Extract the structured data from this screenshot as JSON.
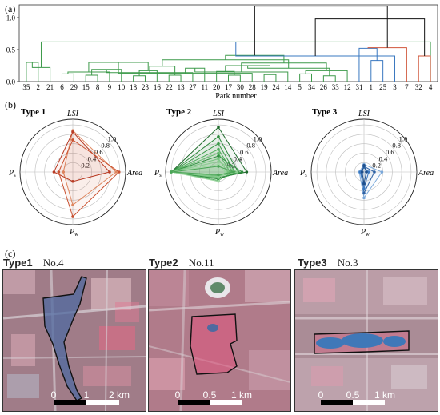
{
  "panels": {
    "a_label": "(a)",
    "b_label": "(b)",
    "c_label": "(c)"
  },
  "chart_data": [
    {
      "type": "dendrogram",
      "panel": "(a)",
      "xlabel": "Park number",
      "ylabel": "",
      "ylim": [
        0,
        1.2
      ],
      "yticks": [
        0.0,
        0.5,
        1.0
      ],
      "leaves": [
        "35",
        "2",
        "21",
        "6",
        "29",
        "15",
        "8",
        "9",
        "10",
        "18",
        "23",
        "16",
        "22",
        "13",
        "27",
        "11",
        "20",
        "17",
        "30",
        "28",
        "19",
        "24",
        "14",
        "5",
        "34",
        "26",
        "33",
        "12",
        "31",
        "1",
        "25",
        "3",
        "7",
        "32",
        "4"
      ],
      "clusters": [
        {
          "color": "#3d9a4a",
          "leaves": [
            "35",
            "2",
            "21",
            "6",
            "29",
            "15",
            "8",
            "9",
            "10",
            "18",
            "23",
            "16",
            "22",
            "13",
            "27",
            "11",
            "20",
            "17",
            "30",
            "28",
            "19",
            "24",
            "14",
            "5",
            "34",
            "26",
            "33",
            "12"
          ]
        },
        {
          "color": "#3a78c0",
          "leaves": [
            "31",
            "1",
            "25",
            "3"
          ]
        },
        {
          "color": "#d0563a",
          "leaves": [
            "7",
            "32",
            "4"
          ]
        }
      ],
      "merges": [
        {
          "a": 9,
          "b": 10,
          "h": 0.09,
          "c": "g"
        },
        {
          "a": 0,
          "b": 1,
          "h": 0.3,
          "c": "g"
        },
        {
          "a": 3,
          "b": 4,
          "h": 0.12,
          "c": "g"
        },
        {
          "a": 5,
          "b": 6,
          "h": 0.1,
          "c": "g"
        },
        {
          "a": 37,
          "b": 7,
          "h": 0.15,
          "c": "g"
        },
        {
          "a": 38,
          "b": 8,
          "h": 0.19,
          "c": "g"
        },
        {
          "a": 12,
          "b": 13,
          "h": 0.1,
          "c": "g"
        },
        {
          "a": 40,
          "b": 14,
          "h": 0.14,
          "c": "g"
        },
        {
          "a": 35,
          "b": 11,
          "h": 0.17,
          "c": "g"
        },
        {
          "a": 42,
          "b": 41,
          "h": 0.24,
          "c": "g"
        },
        {
          "a": 39,
          "b": 43,
          "h": 0.3,
          "c": "g"
        },
        {
          "a": 17,
          "b": 18,
          "h": 0.1,
          "c": "g"
        },
        {
          "a": 45,
          "b": 19,
          "h": 0.13,
          "c": "g"
        },
        {
          "a": 16,
          "b": 46,
          "h": 0.16,
          "c": "g"
        },
        {
          "a": 15,
          "b": 47,
          "h": 0.21,
          "c": "g"
        },
        {
          "a": 20,
          "b": 21,
          "h": 0.11,
          "c": "g"
        },
        {
          "a": 49,
          "b": 22,
          "h": 0.15,
          "c": "g"
        },
        {
          "a": 48,
          "b": 50,
          "h": 0.25,
          "c": "g"
        },
        {
          "a": 23,
          "b": 24,
          "h": 0.12,
          "c": "g"
        },
        {
          "a": 25,
          "b": 26,
          "h": 0.09,
          "c": "g"
        },
        {
          "a": 53,
          "b": 27,
          "h": 0.17,
          "c": "g"
        },
        {
          "a": 52,
          "b": 54,
          "h": 0.21,
          "c": "g"
        },
        {
          "a": 51,
          "b": 55,
          "h": 0.29,
          "c": "g"
        },
        {
          "a": 44,
          "b": 56,
          "h": 0.34,
          "c": "g"
        },
        {
          "a": 2,
          "b": 36,
          "h": 0.22,
          "c": "g"
        },
        {
          "a": 58,
          "b": 57,
          "h": 0.41,
          "c": "g"
        },
        {
          "a": 34,
          "b": 59,
          "h": 0.62,
          "c": "g"
        },
        {
          "a": 29,
          "b": 30,
          "h": 0.33,
          "c": "b"
        },
        {
          "a": 61,
          "b": 31,
          "h": 0.4,
          "c": "b"
        },
        {
          "a": 28,
          "b": 62,
          "h": 0.52,
          "c": "b"
        },
        {
          "a": 33,
          "b": 34,
          "h": 0.4,
          "c": "o"
        },
        {
          "a": 32,
          "b": 64,
          "h": 0.53,
          "c": "o"
        },
        {
          "a": 63,
          "b": 65,
          "h": 0.98,
          "c": "k"
        },
        {
          "a": 60,
          "b": 66,
          "h": 1.18,
          "c": "k"
        }
      ]
    },
    {
      "type": "radar",
      "panel": "(b)",
      "title": "Type 1",
      "axes": [
        "LSI",
        "Area",
        "Pw",
        "Ps"
      ],
      "rgrid": [
        0.2,
        0.4,
        0.6,
        0.8,
        1.0
      ],
      "rmax": 1.12,
      "base_color": "#d0563a",
      "series": [
        {
          "values": [
            0.88,
            0.92,
            0.7,
            0.2
          ],
          "color": "#e08a62"
        },
        {
          "values": [
            0.85,
            0.78,
            0.2,
            0.4
          ],
          "color": "#b83a24"
        },
        {
          "values": [
            0.68,
            0.98,
            0.95,
            0.3
          ],
          "color": "#c9502f"
        }
      ]
    },
    {
      "type": "radar",
      "panel": "(b)",
      "title": "Type 2",
      "axes": [
        "LSI",
        "Area",
        "Pw",
        "Ps"
      ],
      "rgrid": [
        0.2,
        0.4,
        0.6,
        0.8,
        1.0
      ],
      "rmax": 1.12,
      "base_color": "#3d9a4a",
      "series": [
        {
          "values": [
            0.95,
            0.6,
            0.12,
            1.0
          ],
          "color": "#1f6b2c"
        },
        {
          "values": [
            0.75,
            0.42,
            0.15,
            1.0
          ],
          "color": "#2d8a3c"
        },
        {
          "values": [
            0.6,
            0.35,
            0.1,
            1.0
          ],
          "color": "#3d9a4a"
        },
        {
          "values": [
            0.48,
            0.3,
            0.18,
            1.0
          ],
          "color": "#4fae5b"
        },
        {
          "values": [
            0.4,
            0.25,
            0.08,
            1.0
          ],
          "color": "#62b86c"
        },
        {
          "values": [
            0.34,
            0.5,
            0.14,
            1.0
          ],
          "color": "#2f8f3f"
        },
        {
          "values": [
            0.28,
            0.2,
            0.12,
            1.0
          ],
          "color": "#76c37e"
        },
        {
          "values": [
            0.22,
            0.4,
            0.1,
            1.0
          ],
          "color": "#89cc8f"
        },
        {
          "values": [
            0.16,
            0.15,
            0.2,
            1.0
          ],
          "color": "#9fd6a3"
        },
        {
          "values": [
            0.12,
            0.32,
            0.06,
            1.0
          ],
          "color": "#4aa556"
        }
      ]
    },
    {
      "type": "radar",
      "panel": "(b)",
      "title": "Type 3",
      "axes": [
        "LSI",
        "Area",
        "Pw",
        "Ps"
      ],
      "rgrid": [
        0.2,
        0.4,
        0.6,
        0.8,
        1.0
      ],
      "rmax": 1.12,
      "base_color": "#3a78c0",
      "series": [
        {
          "values": [
            0.16,
            0.38,
            0.55,
            0.1
          ],
          "color": "#7aa8da"
        },
        {
          "values": [
            0.12,
            0.22,
            0.45,
            0.06
          ],
          "color": "#2f63a6"
        },
        {
          "values": [
            0.1,
            0.1,
            0.35,
            0.08
          ],
          "color": "#3a78c0"
        },
        {
          "values": [
            0.14,
            0.05,
            0.25,
            0.04
          ],
          "color": "#1e4f8c"
        }
      ]
    }
  ],
  "radar_labels": {
    "lsi": "LSI",
    "area": "Area",
    "pw_main": "P",
    "pw_sub": "w",
    "ps_main": "P",
    "ps_sub": "s",
    "grid": [
      "0.2",
      "0.4",
      "0.6",
      "0.8",
      "1.0"
    ]
  },
  "maps": [
    {
      "type": "Type1",
      "number": "No.4",
      "scale": {
        "ticks": [
          "0",
          "1",
          "2 km"
        ]
      },
      "colors": {
        "base": "#a07c88",
        "boundary": "#111111",
        "water": "#4f6aa0"
      }
    },
    {
      "type": "Type2",
      "number": "No.11",
      "scale": {
        "ticks": [
          "0",
          "0.5",
          "1 km"
        ]
      },
      "colors": {
        "base": "#b07b8a",
        "boundary": "#111111",
        "water": "#4f6aa0"
      }
    },
    {
      "type": "Type3",
      "number": "No.3",
      "scale": {
        "ticks": [
          "0",
          "0.5",
          "1 km"
        ]
      },
      "colors": {
        "base": "#aa8c96",
        "boundary": "#111111",
        "water": "#3f78b8"
      }
    }
  ]
}
